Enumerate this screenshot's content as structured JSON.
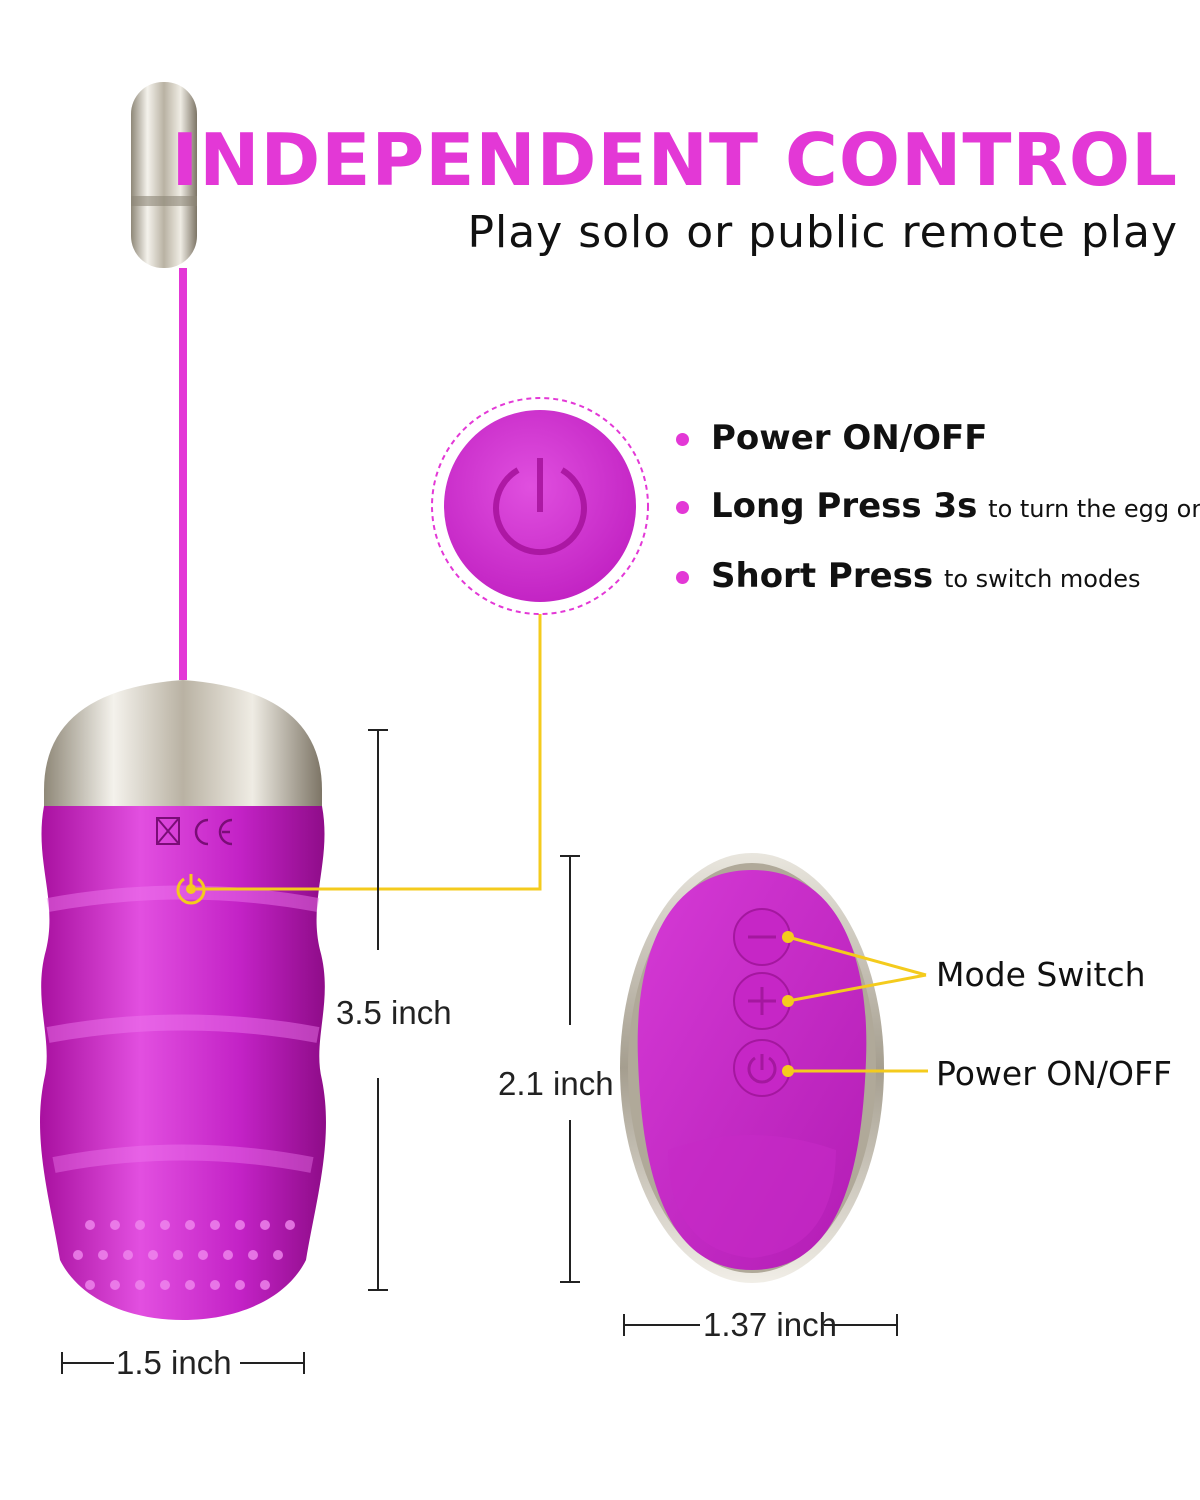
{
  "headline": "INDEPENDENT CONTROL",
  "subline": "Play solo or public remote play",
  "features": [
    {
      "bold": "Power ON/OFF",
      "small": ""
    },
    {
      "bold": "Long Press 3s",
      "small": "to turn the egg on"
    },
    {
      "bold": "Short Press",
      "small": "to switch modes"
    }
  ],
  "dimensions": {
    "egg_height": "3.5 inch",
    "egg_width": "1.5 inch",
    "remote_height": "2.1 inch",
    "remote_width": "1.37 inch"
  },
  "callouts": {
    "mode_switch": "Mode Switch",
    "power": "Power ON/OFF"
  },
  "colors": {
    "accent": "#e338d6",
    "product": "#c81fc9",
    "leader": "#f4cb1d",
    "chrome": "#d9d4ca"
  },
  "icons": [
    "power-icon",
    "minus-icon",
    "plus-icon",
    "recycle-mark-icon",
    "ce-mark-icon"
  ]
}
